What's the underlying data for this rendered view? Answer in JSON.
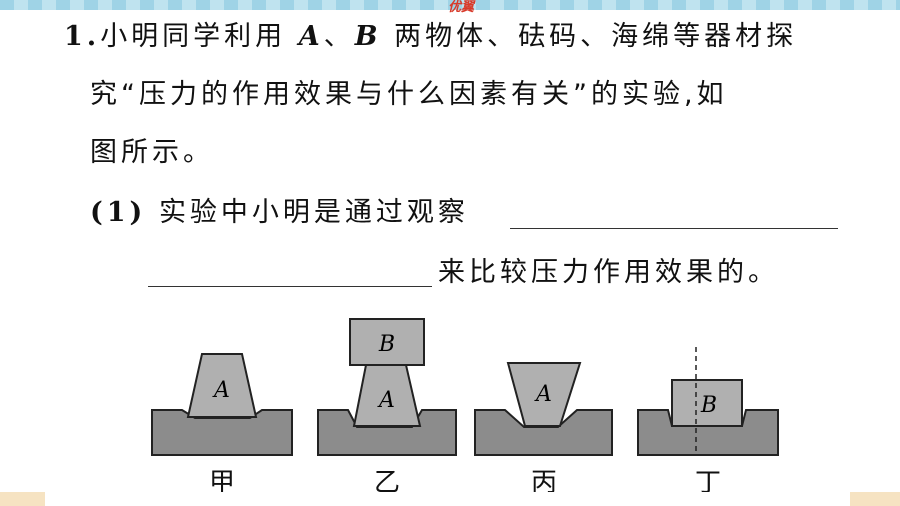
{
  "question": {
    "number": "1.",
    "line1_pre": "小明同学利用",
    "sym_a": "A",
    "sep1": "、",
    "sym_b": "B",
    "line1_post": "两物体、砝码、海绵等器材探",
    "line2": "究“压力的作用效果与什么因素有关”的实验,如",
    "line3": "图所示。",
    "sub1_num": "(1)",
    "sub1_pre": "实验中小明是通过观察",
    "sub1_post": "来比较压力作用效果的。"
  },
  "figure": {
    "block_a": "A",
    "block_b": "B",
    "labels": [
      "甲",
      "乙",
      "丙",
      "丁"
    ]
  }
}
